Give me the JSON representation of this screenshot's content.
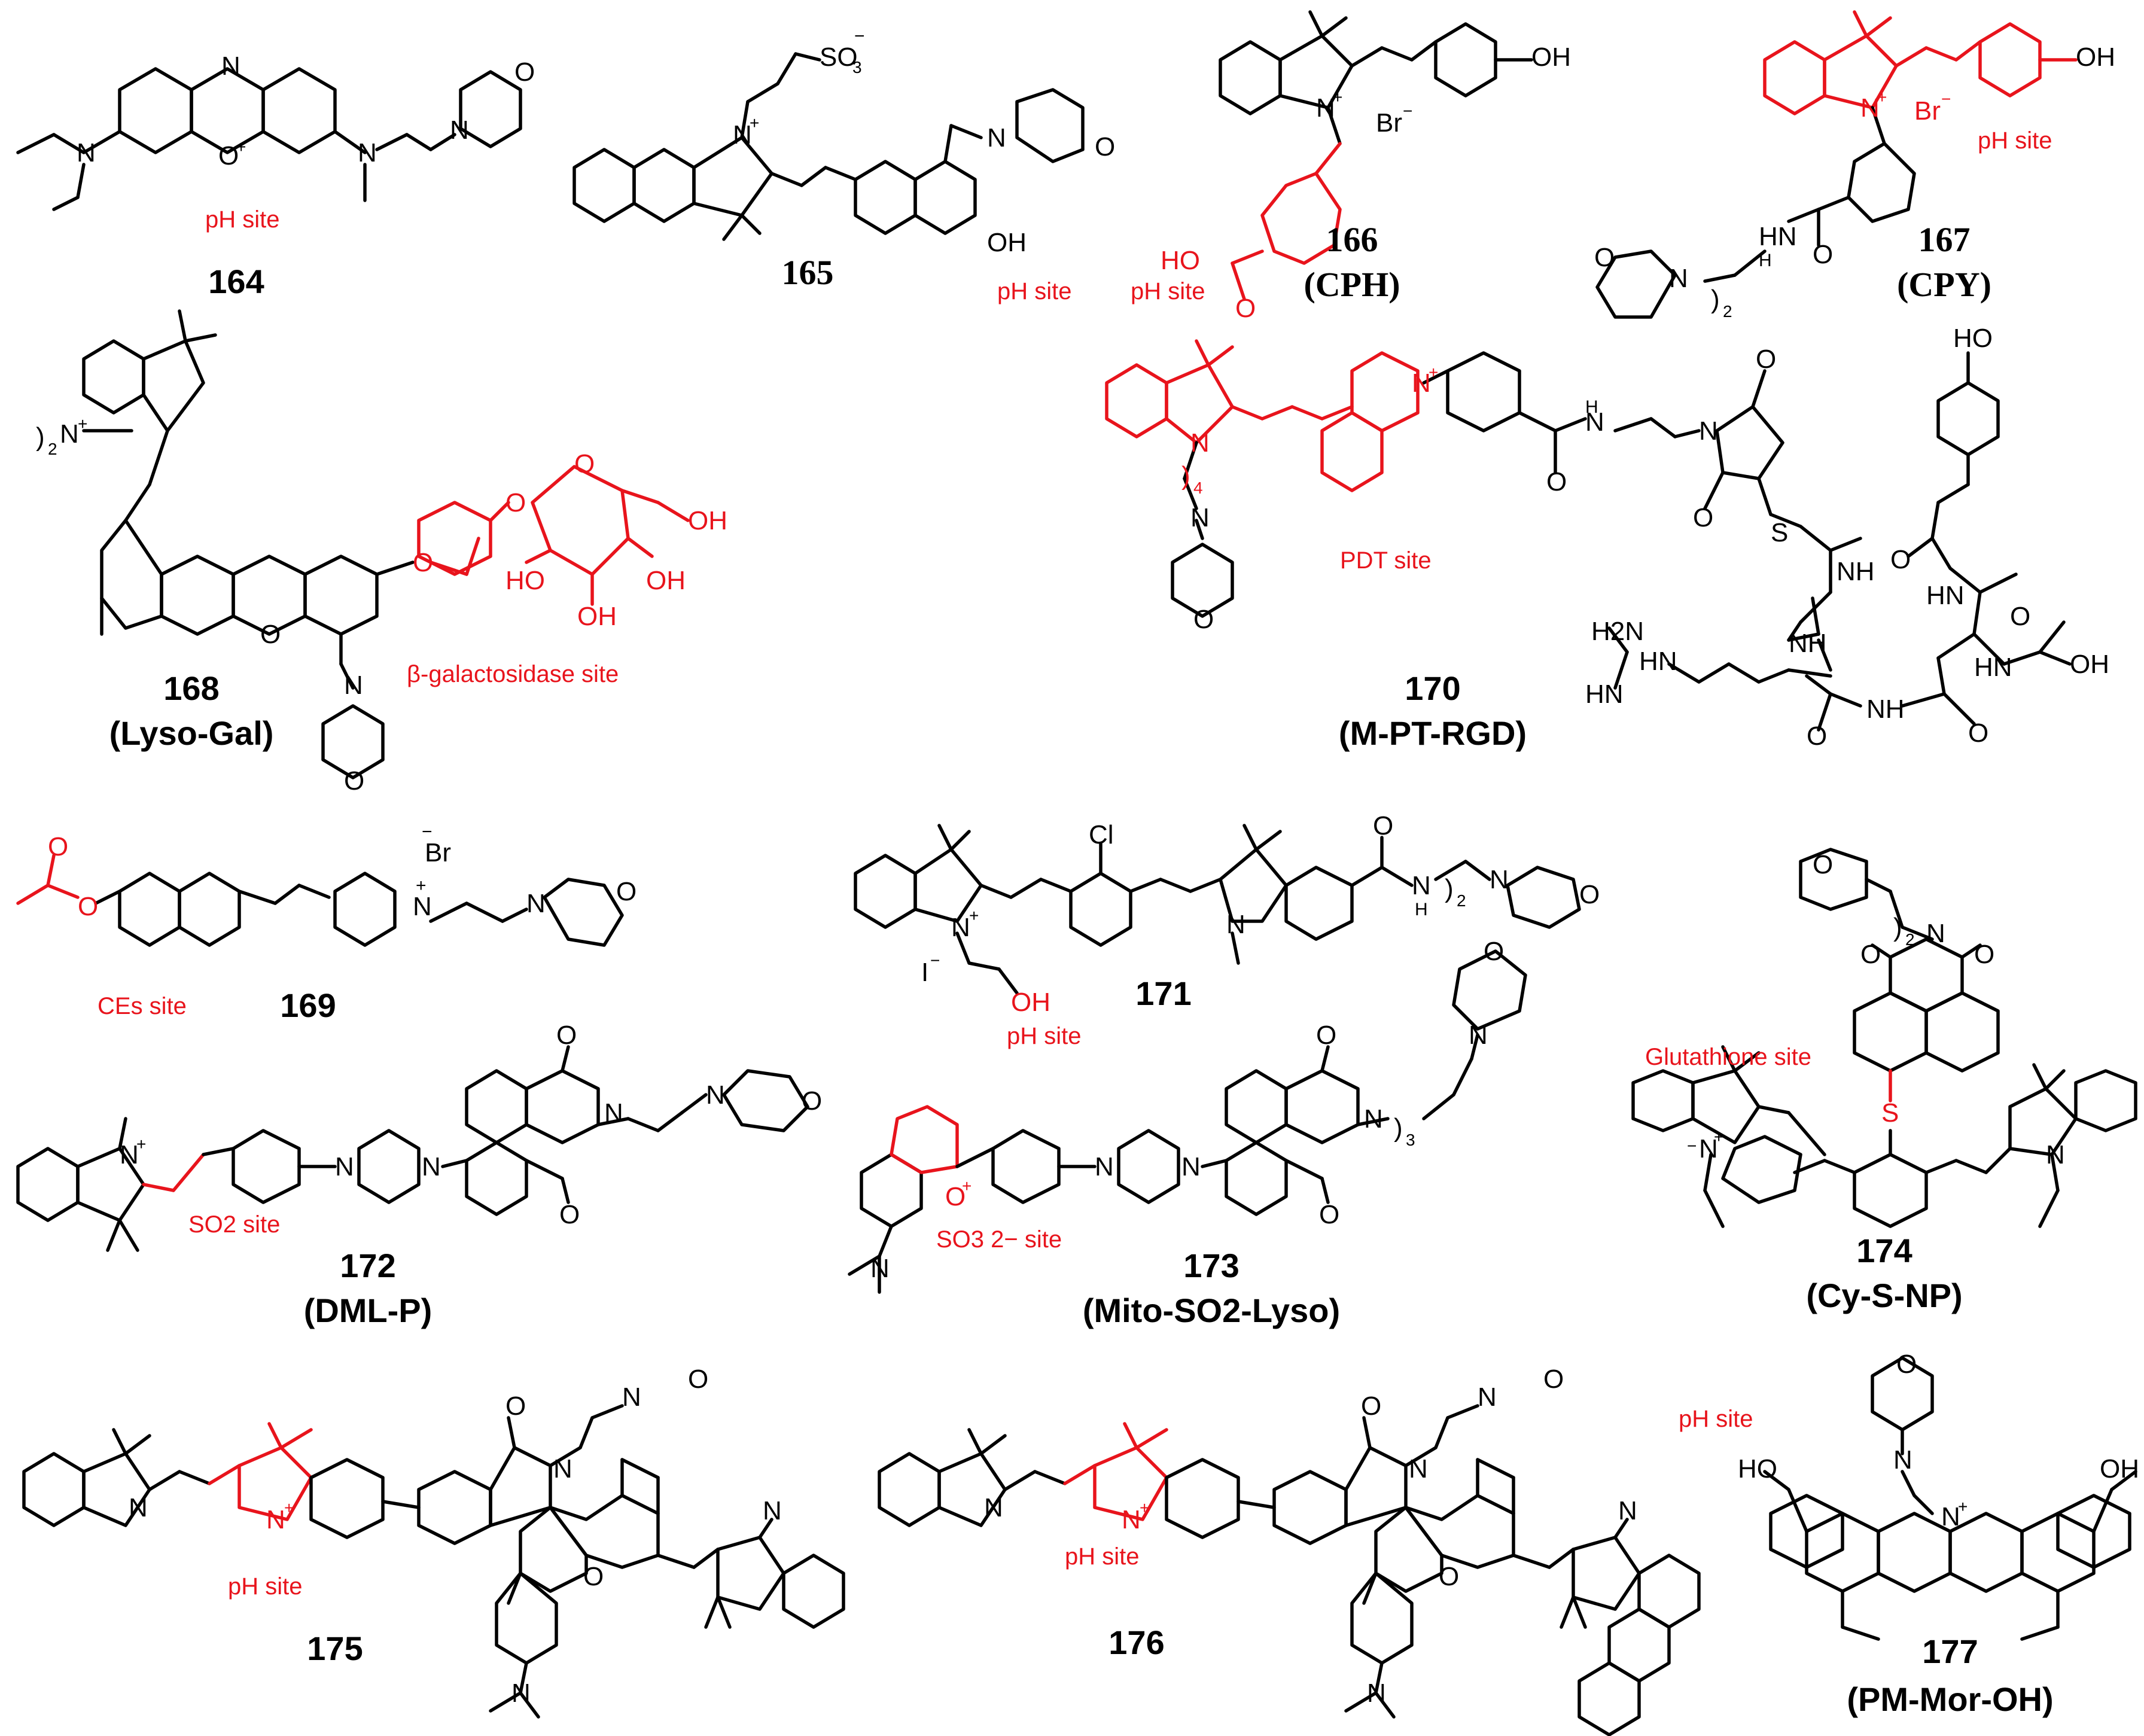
{
  "compounds": [
    {
      "id": "164",
      "name": "",
      "site": "pH site"
    },
    {
      "id": "165",
      "name": "",
      "site": "pH site"
    },
    {
      "id": "166",
      "name": "(CPH)",
      "site": "pH site"
    },
    {
      "id": "167",
      "name": "(CPY)",
      "site": "pH site"
    },
    {
      "id": "168",
      "name": "(Lyso-Gal)",
      "site": "β-galactosidase site"
    },
    {
      "id": "170",
      "name": "(M-PT-RGD)",
      "site": "PDT site"
    },
    {
      "id": "169",
      "name": "",
      "site": "CEs site"
    },
    {
      "id": "171",
      "name": "",
      "site": "pH site"
    },
    {
      "id": "174",
      "name": "(Cy-S-NP)",
      "site": "Glutathione site"
    },
    {
      "id": "172",
      "name": "(DML-P)",
      "site": "SO2 site"
    },
    {
      "id": "173",
      "name": "(Mito-SO2-Lyso)",
      "site": "SO3 2− site"
    },
    {
      "id": "175",
      "name": "",
      "site": "pH site"
    },
    {
      "id": "176",
      "name": "",
      "site": "pH site"
    },
    {
      "id": "177",
      "name": "(PM-Mor-OH)",
      "site": "pH site"
    }
  ],
  "atoms": {
    "O": "O",
    "N": "N",
    "NH": "NH",
    "H": "H",
    "OH": "OH",
    "HO": "HO",
    "S": "S",
    "Cl": "Cl",
    "Br": "Br",
    "I": "I",
    "plus": "+",
    "minus": "−",
    "SO3": "SO3",
    "H2N": "H2N",
    "HN": "HN",
    "sub2": "2",
    "sub3": "3",
    "sub4": "4"
  },
  "colors": {
    "black": "#000000",
    "red": "#e8141c"
  }
}
